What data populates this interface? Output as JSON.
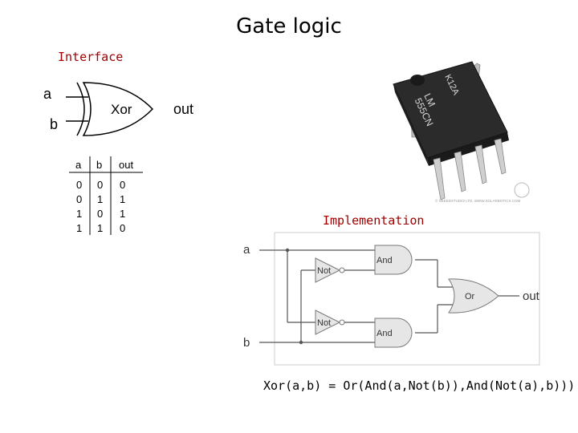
{
  "title": "Gate logic",
  "interface": {
    "label": "Interface",
    "gate": {
      "name": "Xor",
      "inputs": [
        "a",
        "b"
      ],
      "output": "out"
    },
    "truth_table": {
      "headers": [
        "a",
        "b",
        "out"
      ],
      "rows": [
        [
          "0",
          "0",
          "0"
        ],
        [
          "0",
          "1",
          "1"
        ],
        [
          "1",
          "0",
          "1"
        ],
        [
          "1",
          "1",
          "0"
        ]
      ]
    }
  },
  "chip": {
    "marking": [
      "LM",
      "555CN",
      "K12A"
    ],
    "copyright": "© SEEEDSTUDIO LTD. WWW.SOLARBOTICS.COM"
  },
  "implementation": {
    "label": "Implementation",
    "inputs": [
      "a",
      "b"
    ],
    "output": "out",
    "gates": {
      "not_top": "Not",
      "not_bottom": "Not",
      "and_top": "And",
      "and_bottom": "And",
      "or": "Or"
    },
    "formula": "Xor(a,b) = Or(And(a,Not(b)),And(Not(a),b)))"
  },
  "colors": {
    "label_red": "#a00000",
    "gate_fill": "#e6e6e6",
    "gate_stroke": "#777777",
    "chip_body": "#2b2b2b"
  }
}
